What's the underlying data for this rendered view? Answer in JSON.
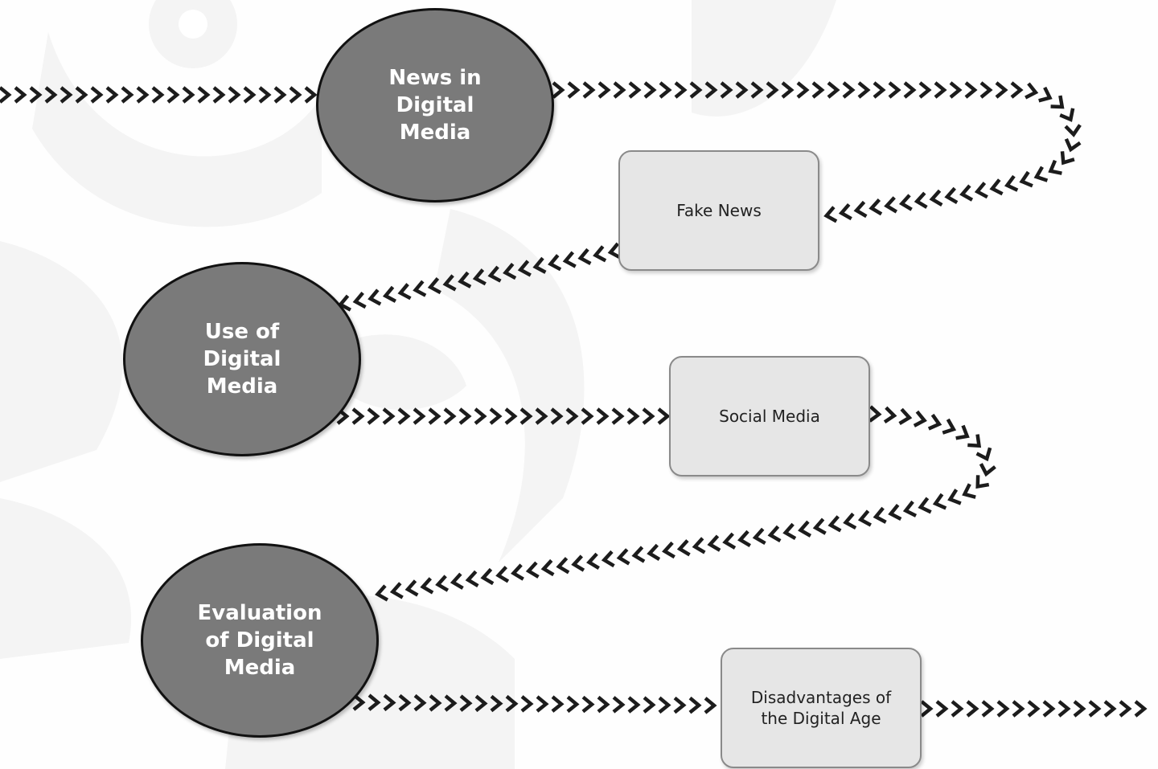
{
  "diagram": {
    "main_topics": [
      {
        "id": "news",
        "label": "News in\nDigital\nMedia"
      },
      {
        "id": "use",
        "label": "Use of\nDigital\nMedia"
      },
      {
        "id": "evaluation",
        "label": "Evaluation\nof Digital\nMedia"
      }
    ],
    "subtopics": [
      {
        "id": "fake-news",
        "label": "Fake News"
      },
      {
        "id": "social-media",
        "label": "Social Media"
      },
      {
        "id": "disadvantages",
        "label": "Disadvantages of\nthe Digital Age"
      }
    ]
  },
  "colors": {
    "ellipse_fill": "#7a7a7a",
    "ellipse_border": "#111111",
    "box_fill": "#e6e6e6",
    "box_border": "#8a8a8a",
    "chevron": "#1c1c1c",
    "watermark": "#f3f3f3"
  }
}
